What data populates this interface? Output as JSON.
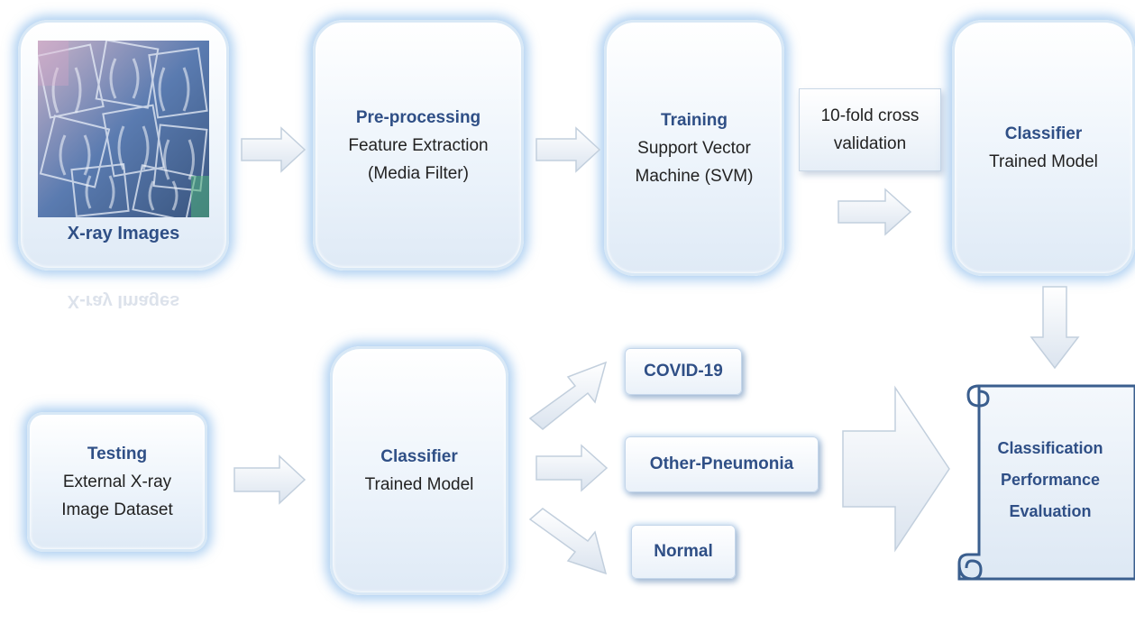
{
  "xray": {
    "label": "X-ray Images",
    "reflection": "X-ray Images"
  },
  "preprocessing": {
    "head": "Pre-processing",
    "line1": "Feature Extraction",
    "line2": "(Media Filter)"
  },
  "training": {
    "head": "Training",
    "line1": "Support Vector",
    "line2": "Machine (SVM)"
  },
  "cross_validation": {
    "line1": "10-fold cross",
    "line2": "validation"
  },
  "classifier_top": {
    "head": "Classifier",
    "line1": "Trained Model"
  },
  "testing": {
    "head": "Testing",
    "line1": "External X-ray",
    "line2": "Image Dataset"
  },
  "classifier_bottom": {
    "head": "Classifier",
    "line1": "Trained Model"
  },
  "outputs": {
    "covid": "COVID-19",
    "pneumonia": "Other-Pneumonia",
    "normal": "Normal"
  },
  "evaluation": {
    "line1": "Classification",
    "line2": "Performance",
    "line3": "Evaluation"
  },
  "colors": {
    "heading": "#2f4f86",
    "glow": "#6eaae6",
    "arrow_fill": "#e8eef6",
    "arrow_stroke": "#c2cfdd"
  }
}
